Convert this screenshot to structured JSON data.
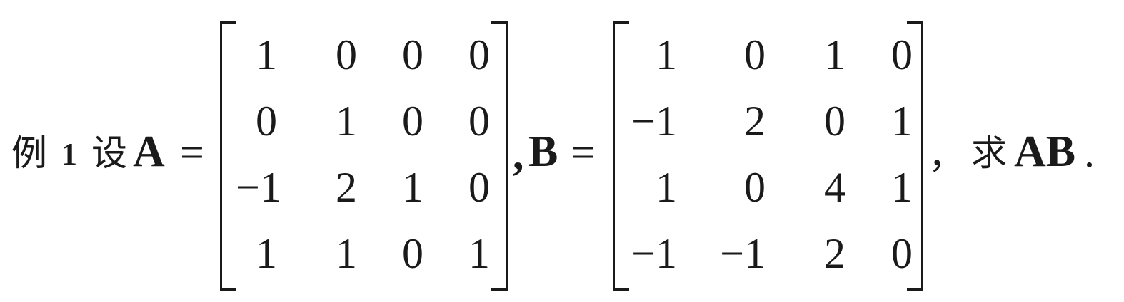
{
  "problem": {
    "example_label": "例",
    "example_number": "1",
    "verb_set": "设",
    "matrix_a_name": "A",
    "equals_sign": "=",
    "separator_comma": ",",
    "matrix_b_name": "B",
    "equals_sign_2": "=",
    "cjk_comma": "，",
    "verb_find": "求",
    "product_name": "AB",
    "period": "."
  },
  "matrix_a": [
    [
      "1",
      "0",
      "0",
      "0"
    ],
    [
      "0",
      "1",
      "0",
      "0"
    ],
    [
      "−1",
      "2",
      "1",
      "0"
    ],
    [
      "1",
      "1",
      "0",
      "1"
    ]
  ],
  "matrix_b": [
    [
      "1",
      "0",
      "1",
      "0"
    ],
    [
      "−1",
      "2",
      "0",
      "1"
    ],
    [
      "1",
      "0",
      "4",
      "1"
    ],
    [
      "−1",
      "−1",
      "2",
      "0"
    ]
  ]
}
